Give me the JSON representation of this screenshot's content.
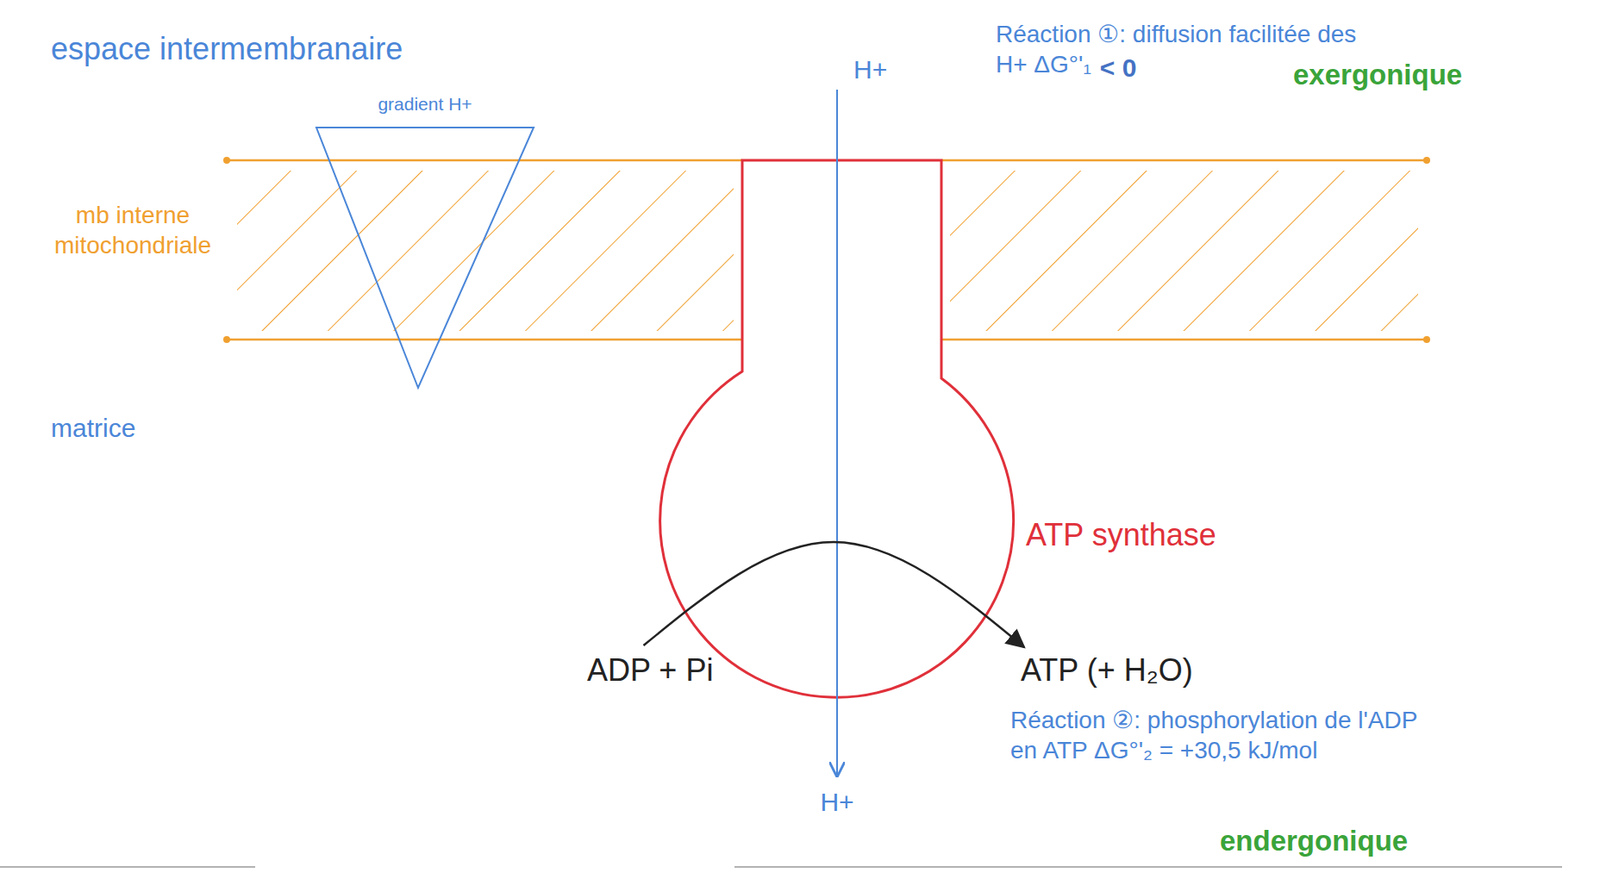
{
  "diagram": {
    "nodes": [
      {
        "text": [
          "ADP + Pi"
        ]
      },
      {
        "text": [
          "ATP (+ H₂O)"
        ]
      }
    ],
    "edges": [
      {
        "from": 0,
        "to": 1,
        "arrow": "to"
      }
    ],
    "labels": [
      "espace intermembranaire",
      "gradient H+",
      "mb interne mitochondriale",
      "matrice",
      "H+",
      "H+",
      "Réaction ①: diffusion facilitée des H+ ΔG°'₁",
      "< 0",
      "exergonique",
      "ATP synthase",
      "Réaction ②: phosphorylation de l'ADP en ATP ΔG°'₂ = +30,5 kJ/mol",
      "endergonique"
    ]
  }
}
